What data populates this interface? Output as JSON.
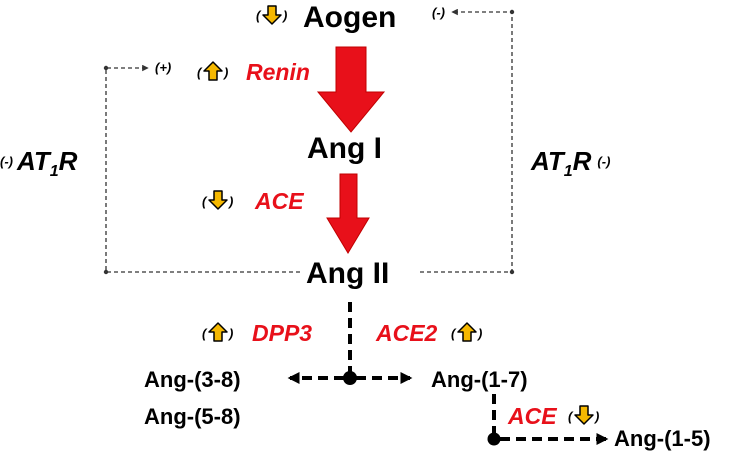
{
  "nodes": {
    "aogen": "Aogen",
    "ang1": "Ang I",
    "ang2": "Ang II",
    "ang38": "Ang-(3-8)",
    "ang58": "Ang-(5-8)",
    "ang17": "Ang-(1-7)",
    "ang15": "Ang-(1-5)"
  },
  "enzymes": {
    "renin": "Renin",
    "ace": "ACE",
    "dpp3": "DPP3",
    "ace2": "ACE2",
    "ace_lower": "ACE"
  },
  "receptors": {
    "left": {
      "prefix": "(-)",
      "main": "AT",
      "sub": "1",
      "suffix": "R"
    },
    "right": {
      "main": "AT",
      "sub": "1",
      "suffix": "R",
      "suffix2": "(-)"
    }
  },
  "feedback_signs": {
    "top_right": "(-)",
    "top_left": "(+)"
  },
  "badges": {
    "paren_open": "(",
    "paren_close": ")"
  },
  "colors": {
    "main_arrow": "#e8101a",
    "enzyme_text": "#e8101a",
    "badge_fill": "#f5b800",
    "badge_stroke": "#000000"
  },
  "icons": {
    "up": "arrow-up-badge-icon",
    "down": "arrow-down-badge-icon"
  }
}
